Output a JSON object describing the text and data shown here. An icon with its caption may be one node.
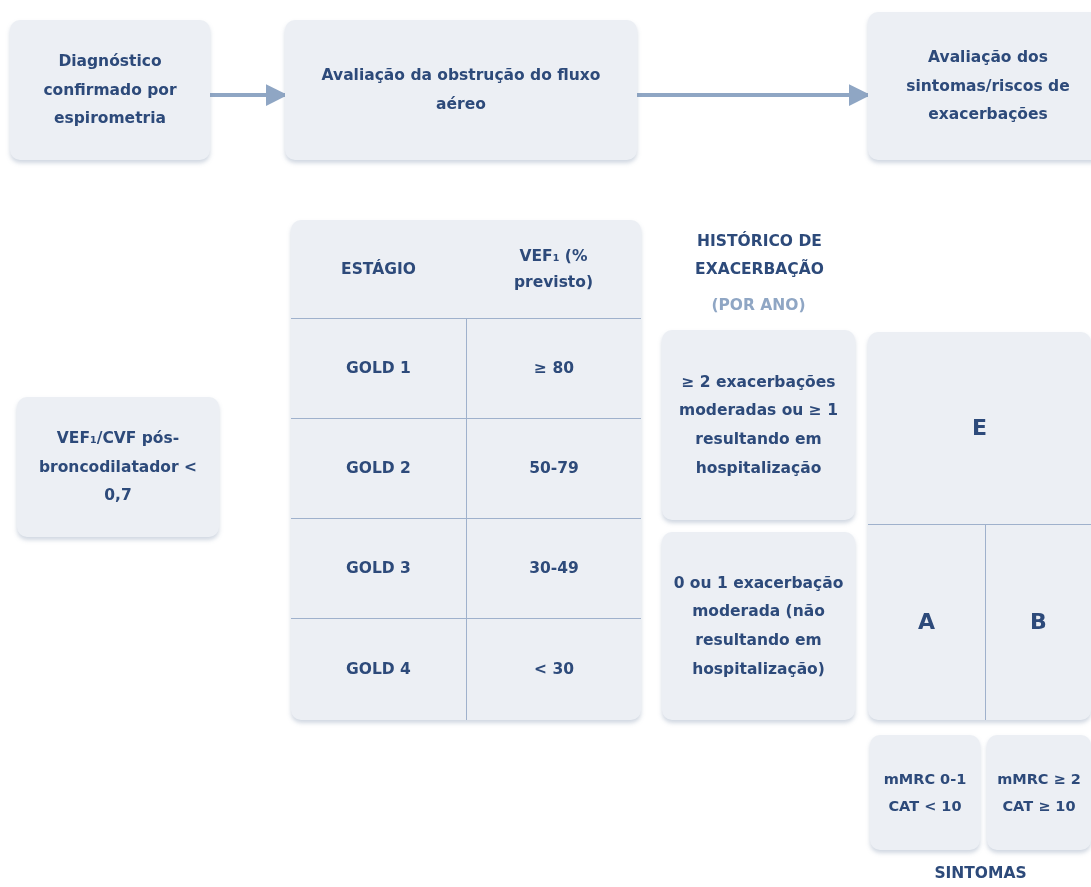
{
  "diagram": {
    "nodes": [
      {
        "text": [
          "Diagnóstico confirmado por espirometria"
        ]
      },
      {
        "text": [
          "Avaliação da obstrução do fluxo aéreo"
        ]
      },
      {
        "text": [
          "Avaliação dos sintomas/riscos de exacerbações"
        ]
      },
      {
        "text": [
          "VEF₁/CVF pós-broncodilatador < 0,7"
        ]
      },
      {
        "text": [
          "≥ 2 exacerbações moderadas ou ≥ 1 resultando em hospitalização"
        ]
      },
      {
        "text": [
          "0 ou 1 exacerbação moderada (não resultando em hospitalização)"
        ]
      },
      {
        "text": [
          "E"
        ]
      },
      {
        "text": [
          "A"
        ]
      },
      {
        "text": [
          "B"
        ]
      },
      {
        "text": [
          "mMRC 0-1 CAT < 10"
        ]
      },
      {
        "text": [
          "mMRC ≥ 2 CAT ≥ 10"
        ]
      }
    ],
    "edges": [
      {
        "from": 0,
        "to": 1,
        "arrow": "to"
      },
      {
        "from": 1,
        "to": 2,
        "arrow": "to"
      }
    ],
    "labels": [
      "ESTÁGIO",
      "VEF₁ (% previsto)",
      "GOLD 1",
      "≥ 80",
      "GOLD 2",
      "50-79",
      "GOLD 3",
      "30-49",
      "GOLD 4",
      "< 30",
      "HISTÓRICO DE EXACERBAÇÃO",
      "(POR ANO)",
      "SINTOMAS"
    ]
  }
}
